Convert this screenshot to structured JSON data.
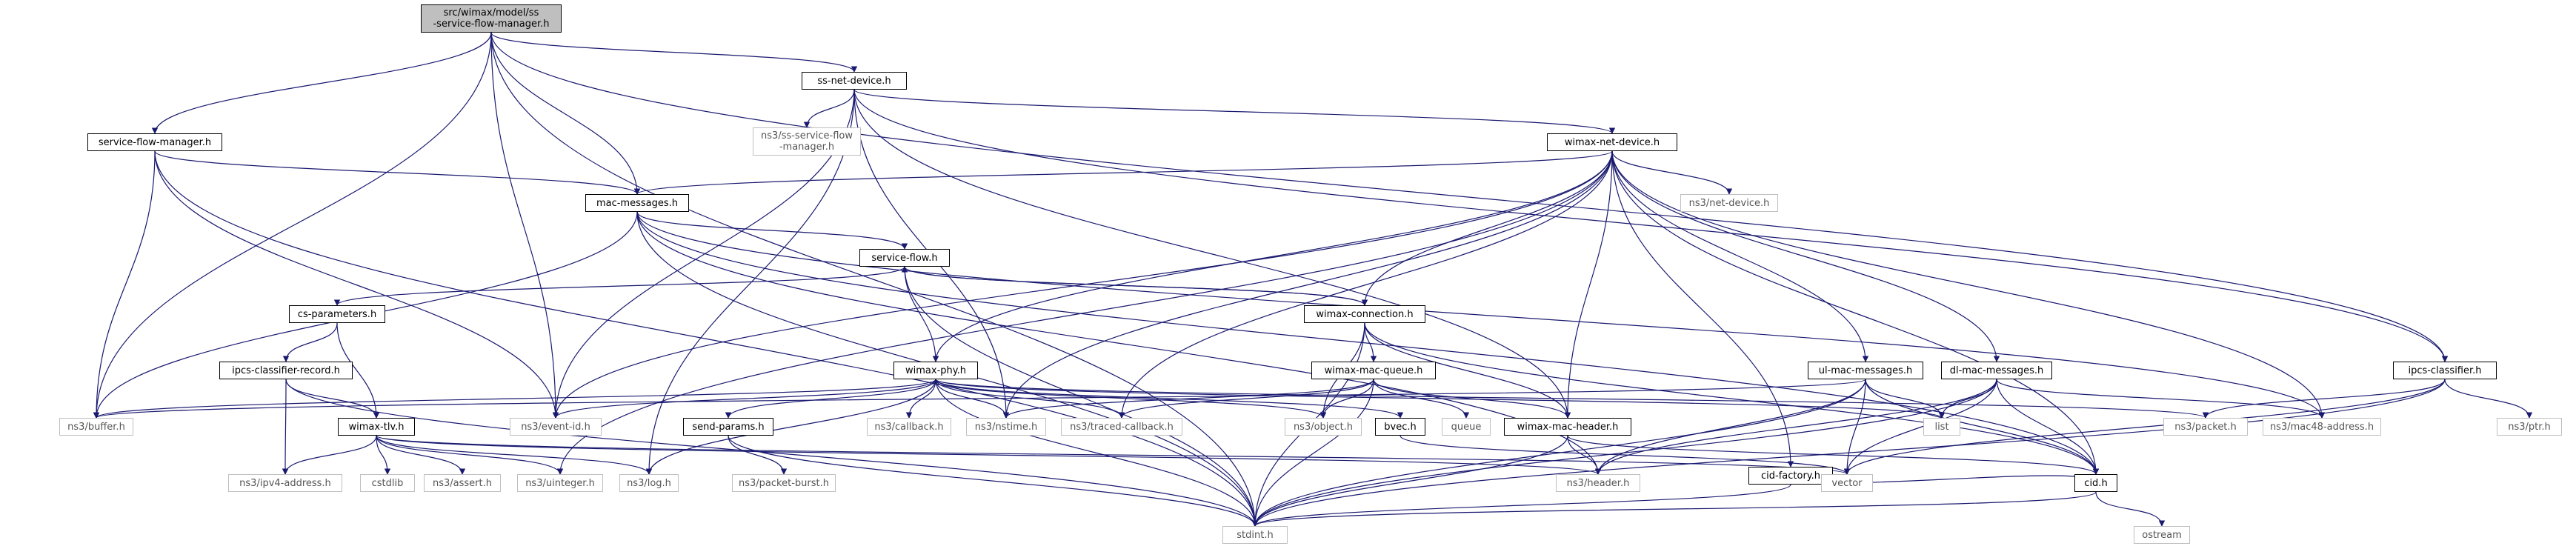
{
  "nodes": {
    "root": {
      "label": "src/wimax/model/ss\n-service-flow-manager.h",
      "kind": "root"
    },
    "ss_net_device": {
      "label": "ss-net-device.h",
      "kind": "header"
    },
    "service_flow_manager": {
      "label": "service-flow-manager.h",
      "kind": "header"
    },
    "ss_service_flow_manager_ext": {
      "label": "ns3/ss-service-flow\n-manager.h",
      "kind": "external"
    },
    "wimax_net_device": {
      "label": "wimax-net-device.h",
      "kind": "header"
    },
    "mac_messages": {
      "label": "mac-messages.h",
      "kind": "header"
    },
    "ns3_net_device": {
      "label": "ns3/net-device.h",
      "kind": "external"
    },
    "service_flow": {
      "label": "service-flow.h",
      "kind": "header"
    },
    "cs_parameters": {
      "label": "cs-parameters.h",
      "kind": "header"
    },
    "wimax_connection": {
      "label": "wimax-connection.h",
      "kind": "header"
    },
    "ipcs_classifier_record": {
      "label": "ipcs-classifier-record.h",
      "kind": "header"
    },
    "wimax_phy": {
      "label": "wimax-phy.h",
      "kind": "header"
    },
    "wimax_mac_queue": {
      "label": "wimax-mac-queue.h",
      "kind": "header"
    },
    "ul_mac_messages": {
      "label": "ul-mac-messages.h",
      "kind": "header"
    },
    "dl_mac_messages": {
      "label": "dl-mac-messages.h",
      "kind": "header"
    },
    "ipcs_classifier": {
      "label": "ipcs-classifier.h",
      "kind": "header"
    },
    "ns3_buffer": {
      "label": "ns3/buffer.h",
      "kind": "external"
    },
    "ns3_event_id": {
      "label": "ns3/event-id.h",
      "kind": "external"
    },
    "wimax_tlv": {
      "label": "wimax-tlv.h",
      "kind": "header"
    },
    "send_params": {
      "label": "send-params.h",
      "kind": "header"
    },
    "ns3_callback": {
      "label": "ns3/callback.h",
      "kind": "external"
    },
    "ns3_nstime": {
      "label": "ns3/nstime.h",
      "kind": "external"
    },
    "ns3_traced_callback": {
      "label": "ns3/traced-callback.h",
      "kind": "external"
    },
    "ns3_object": {
      "label": "ns3/object.h",
      "kind": "external"
    },
    "bvec": {
      "label": "bvec.h",
      "kind": "header"
    },
    "queue": {
      "label": "queue",
      "kind": "external"
    },
    "wimax_mac_header": {
      "label": "wimax-mac-header.h",
      "kind": "header"
    },
    "list": {
      "label": "list",
      "kind": "external"
    },
    "cid_factory": {
      "label": "cid-factory.h",
      "kind": "header"
    },
    "ns3_packet": {
      "label": "ns3/packet.h",
      "kind": "external"
    },
    "ns3_mac48_address": {
      "label": "ns3/mac48-address.h",
      "kind": "external"
    },
    "ns3_ptr": {
      "label": "ns3/ptr.h",
      "kind": "external"
    },
    "ns3_ipv4_address": {
      "label": "ns3/ipv4-address.h",
      "kind": "external"
    },
    "cstdlib": {
      "label": "cstdlib",
      "kind": "external"
    },
    "ns3_assert": {
      "label": "ns3/assert.h",
      "kind": "external"
    },
    "ns3_uinteger": {
      "label": "ns3/uinteger.h",
      "kind": "external"
    },
    "ns3_log": {
      "label": "ns3/log.h",
      "kind": "external"
    },
    "ns3_packet_burst": {
      "label": "ns3/packet-burst.h",
      "kind": "external"
    },
    "ns3_header": {
      "label": "ns3/header.h",
      "kind": "external"
    },
    "vector": {
      "label": "vector",
      "kind": "external"
    },
    "cid": {
      "label": "cid.h",
      "kind": "header"
    },
    "stdint": {
      "label": "stdint.h",
      "kind": "external"
    },
    "ostream": {
      "label": "ostream",
      "kind": "external"
    }
  },
  "edges": [
    [
      "root",
      "ss_net_device"
    ],
    [
      "root",
      "service_flow_manager"
    ],
    [
      "root",
      "mac_messages"
    ],
    [
      "root",
      "ns3_buffer"
    ],
    [
      "root",
      "ns3_event_id"
    ],
    [
      "root",
      "stdint"
    ],
    [
      "root",
      "ipcs_classifier"
    ],
    [
      "ss_net_device",
      "ss_service_flow_manager_ext"
    ],
    [
      "ss_net_device",
      "wimax_net_device"
    ],
    [
      "ss_net_device",
      "ns3_event_id"
    ],
    [
      "ss_net_device",
      "ns3_nstime"
    ],
    [
      "ss_net_device",
      "ns3_log"
    ],
    [
      "ss_net_device",
      "wimax_mac_header"
    ],
    [
      "ss_net_device",
      "ipcs_classifier"
    ],
    [
      "service_flow_manager",
      "mac_messages"
    ],
    [
      "service_flow_manager",
      "ns3_buffer"
    ],
    [
      "service_flow_manager",
      "ns3_event_id"
    ],
    [
      "service_flow_manager",
      "stdint"
    ],
    [
      "wimax_net_device",
      "mac_messages"
    ],
    [
      "wimax_net_device",
      "ns3_net_device"
    ],
    [
      "wimax_net_device",
      "wimax_connection"
    ],
    [
      "wimax_net_device",
      "wimax_phy"
    ],
    [
      "wimax_net_device",
      "ns3_event_id"
    ],
    [
      "wimax_net_device",
      "ns3_nstime"
    ],
    [
      "wimax_net_device",
      "ns3_traced_callback"
    ],
    [
      "wimax_net_device",
      "wimax_mac_header"
    ],
    [
      "wimax_net_device",
      "cid_factory"
    ],
    [
      "wimax_net_device",
      "ul_mac_messages"
    ],
    [
      "wimax_net_device",
      "dl_mac_messages"
    ],
    [
      "wimax_net_device",
      "ns3_mac48_address"
    ],
    [
      "wimax_net_device",
      "cid"
    ],
    [
      "wimax_net_device",
      "ns3_uinteger"
    ],
    [
      "mac_messages",
      "service_flow"
    ],
    [
      "mac_messages",
      "ns3_buffer"
    ],
    [
      "mac_messages",
      "ns3_mac48_address"
    ],
    [
      "mac_messages",
      "cid"
    ],
    [
      "mac_messages",
      "stdint"
    ],
    [
      "mac_messages",
      "ns3_header"
    ],
    [
      "service_flow",
      "cs_parameters"
    ],
    [
      "service_flow",
      "wimax_connection"
    ],
    [
      "service_flow",
      "wimax_phy"
    ],
    [
      "service_flow",
      "stdint"
    ],
    [
      "wimax_connection",
      "service_flow"
    ],
    [
      "wimax_connection",
      "wimax_mac_queue"
    ],
    [
      "wimax_connection",
      "ns3_object"
    ],
    [
      "wimax_connection",
      "wimax_mac_header"
    ],
    [
      "wimax_connection",
      "cid"
    ],
    [
      "wimax_connection",
      "stdint"
    ],
    [
      "cs_parameters",
      "ipcs_classifier_record"
    ],
    [
      "cs_parameters",
      "wimax_tlv"
    ],
    [
      "ipcs_classifier_record",
      "wimax_tlv"
    ],
    [
      "ipcs_classifier_record",
      "ns3_ipv4_address"
    ],
    [
      "ipcs_classifier_record",
      "stdint"
    ],
    [
      "wimax_phy",
      "ns3_buffer"
    ],
    [
      "wimax_phy",
      "ns3_event_id"
    ],
    [
      "wimax_phy",
      "send_params"
    ],
    [
      "wimax_phy",
      "ns3_callback"
    ],
    [
      "wimax_phy",
      "ns3_nstime"
    ],
    [
      "wimax_phy",
      "ns3_traced_callback"
    ],
    [
      "wimax_phy",
      "ns3_object"
    ],
    [
      "wimax_phy",
      "bvec"
    ],
    [
      "wimax_phy",
      "list"
    ],
    [
      "wimax_phy",
      "ns3_packet"
    ],
    [
      "wimax_phy",
      "ns3_log"
    ],
    [
      "wimax_phy",
      "stdint"
    ],
    [
      "wimax_mac_queue",
      "ns3_object"
    ],
    [
      "wimax_mac_queue",
      "queue"
    ],
    [
      "wimax_mac_queue",
      "wimax_mac_header"
    ],
    [
      "wimax_mac_queue",
      "ns3_traced_callback"
    ],
    [
      "wimax_mac_queue",
      "ns3_nstime"
    ],
    [
      "wimax_mac_queue",
      "stdint"
    ],
    [
      "ul_mac_messages",
      "list"
    ],
    [
      "ul_mac_messages",
      "vector"
    ],
    [
      "ul_mac_messages",
      "cid"
    ],
    [
      "ul_mac_messages",
      "ns3_header"
    ],
    [
      "ul_mac_messages",
      "stdint"
    ],
    [
      "ul_mac_messages",
      "ns3_buffer"
    ],
    [
      "dl_mac_messages",
      "list"
    ],
    [
      "dl_mac_messages",
      "vector"
    ],
    [
      "dl_mac_messages",
      "cid"
    ],
    [
      "dl_mac_messages",
      "ns3_header"
    ],
    [
      "dl_mac_messages",
      "stdint"
    ],
    [
      "dl_mac_messages",
      "ns3_mac48_address"
    ],
    [
      "ipcs_classifier",
      "ns3_packet"
    ],
    [
      "ipcs_classifier",
      "ns3_ptr"
    ],
    [
      "ipcs_classifier",
      "vector"
    ],
    [
      "ipcs_classifier",
      "stdint"
    ],
    [
      "wimax_tlv",
      "ns3_ipv4_address"
    ],
    [
      "wimax_tlv",
      "cstdlib"
    ],
    [
      "wimax_tlv",
      "ns3_assert"
    ],
    [
      "wimax_tlv",
      "ns3_uinteger"
    ],
    [
      "wimax_tlv",
      "ns3_log"
    ],
    [
      "wimax_tlv",
      "ns3_header"
    ],
    [
      "wimax_tlv",
      "vector"
    ],
    [
      "send_params",
      "ns3_packet_burst"
    ],
    [
      "send_params",
      "stdint"
    ],
    [
      "bvec",
      "vector"
    ],
    [
      "wimax_mac_header",
      "ns3_header"
    ],
    [
      "wimax_mac_header",
      "cid"
    ],
    [
      "wimax_mac_header",
      "stdint"
    ],
    [
      "cid_factory",
      "cid"
    ],
    [
      "cid_factory",
      "stdint"
    ],
    [
      "cid",
      "stdint"
    ],
    [
      "cid",
      "ostream"
    ]
  ],
  "colors": {
    "edge": "#191970",
    "root_fill": "#bfbfbf",
    "external_border": "#bfbfbf",
    "header_border": "#000000"
  }
}
